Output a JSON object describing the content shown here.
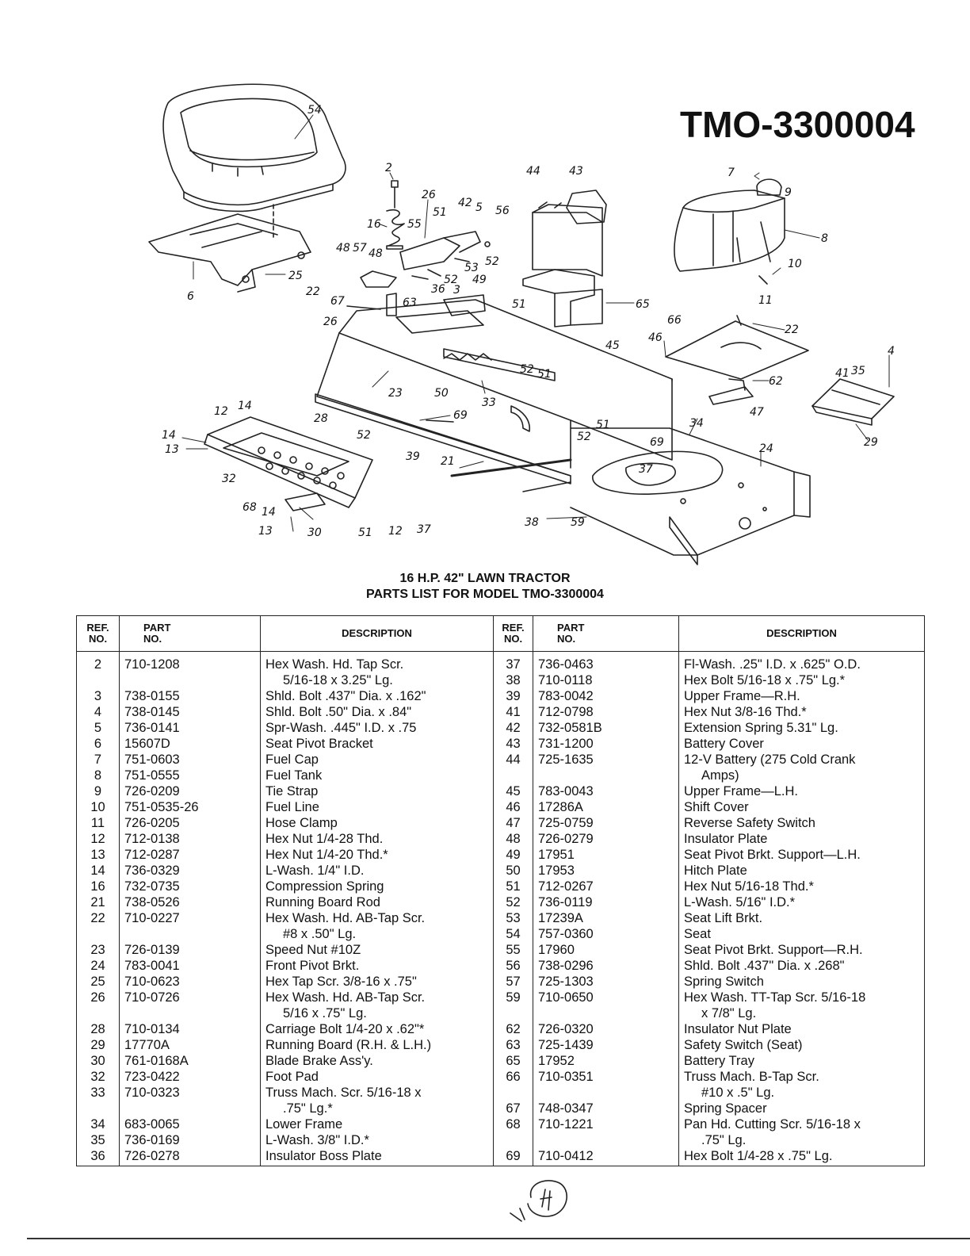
{
  "model_number": "TMO-3300004",
  "diagram_callouts": [
    "54",
    "2",
    "16",
    "26",
    "55",
    "51",
    "42",
    "5",
    "56",
    "44",
    "43",
    "7",
    "9",
    "8",
    "10",
    "11",
    "48",
    "57",
    "48",
    "53",
    "52",
    "22",
    "36",
    "52",
    "3",
    "49",
    "51",
    "67",
    "63",
    "65",
    "26",
    "25",
    "6",
    "66",
    "22",
    "46",
    "45",
    "52",
    "51",
    "23",
    "50",
    "33",
    "62",
    "47",
    "41",
    "35",
    "4",
    "29",
    "12",
    "14",
    "14",
    "13",
    "28",
    "69",
    "52",
    "52",
    "51",
    "39",
    "21",
    "34",
    "24",
    "69",
    "37",
    "32",
    "68",
    "14",
    "13",
    "30",
    "51",
    "12",
    "37",
    "38",
    "59"
  ],
  "title": {
    "line1": "16 H.P. 42\" LAWN TRACTOR",
    "line2": "PARTS LIST FOR MODEL TMO-3300004"
  },
  "table": {
    "headers": {
      "ref_no": [
        "REF.",
        "NO."
      ],
      "part_no": [
        "PART",
        "NO."
      ],
      "description": "DESCRIPTION"
    },
    "left": [
      {
        "ref": "2",
        "part": "710-1208",
        "desc": "Hex Wash. Hd. Tap Scr."
      },
      {
        "ref": "",
        "part": "",
        "desc": "5/16-18 x 3.25\" Lg.",
        "cont": true
      },
      {
        "ref": "3",
        "part": "738-0155",
        "desc": "Shld. Bolt .437\" Dia. x .162\""
      },
      {
        "ref": "4",
        "part": "738-0145",
        "desc": "Shld. Bolt .50\" Dia. x .84\""
      },
      {
        "ref": "5",
        "part": "736-0141",
        "desc": "Spr-Wash. .445\" I.D. x .75"
      },
      {
        "ref": "6",
        "part": "15607D",
        "desc": "Seat Pivot Bracket"
      },
      {
        "ref": "7",
        "part": "751-0603",
        "desc": "Fuel Cap"
      },
      {
        "ref": "8",
        "part": "751-0555",
        "desc": "Fuel Tank"
      },
      {
        "ref": "9",
        "part": "726-0209",
        "desc": "Tie Strap"
      },
      {
        "ref": "10",
        "part": "751-0535-26",
        "desc": "Fuel Line"
      },
      {
        "ref": "11",
        "part": "726-0205",
        "desc": "Hose Clamp"
      },
      {
        "ref": "12",
        "part": "712-0138",
        "desc": "Hex Nut 1/4-28 Thd."
      },
      {
        "ref": "13",
        "part": "712-0287",
        "desc": "Hex Nut 1/4-20 Thd.*"
      },
      {
        "ref": "14",
        "part": "736-0329",
        "desc": "L-Wash. 1/4\" I.D."
      },
      {
        "ref": "16",
        "part": "732-0735",
        "desc": "Compression Spring"
      },
      {
        "ref": "21",
        "part": "738-0526",
        "desc": "Running Board Rod"
      },
      {
        "ref": "22",
        "part": "710-0227",
        "desc": "Hex Wash. Hd. AB-Tap Scr."
      },
      {
        "ref": "",
        "part": "",
        "desc": "#8 x .50\" Lg.",
        "cont": true
      },
      {
        "ref": "23",
        "part": "726-0139",
        "desc": "Speed Nut #10Z"
      },
      {
        "ref": "24",
        "part": "783-0041",
        "desc": "Front Pivot Brkt."
      },
      {
        "ref": "25",
        "part": "710-0623",
        "desc": "Hex Tap Scr. 3/8-16 x .75\""
      },
      {
        "ref": "26",
        "part": "710-0726",
        "desc": "Hex Wash. Hd. AB-Tap Scr."
      },
      {
        "ref": "",
        "part": "",
        "desc": "5/16 x .75\" Lg.",
        "cont": true
      },
      {
        "ref": "28",
        "part": "710-0134",
        "desc": "Carriage Bolt 1/4-20 x .62\"*"
      },
      {
        "ref": "29",
        "part": "17770A",
        "desc": "Running Board (R.H. & L.H.)"
      },
      {
        "ref": "30",
        "part": "761-0168A",
        "desc": "Blade Brake Ass'y."
      },
      {
        "ref": "32",
        "part": "723-0422",
        "desc": "Foot Pad"
      },
      {
        "ref": "33",
        "part": "710-0323",
        "desc": "Truss Mach. Scr. 5/16-18 x"
      },
      {
        "ref": "",
        "part": "",
        "desc": ".75\" Lg.*",
        "cont": true
      },
      {
        "ref": "34",
        "part": "683-0065",
        "desc": "Lower Frame"
      },
      {
        "ref": "35",
        "part": "736-0169",
        "desc": "L-Wash. 3/8\" I.D.*"
      },
      {
        "ref": "36",
        "part": "726-0278",
        "desc": "Insulator Boss Plate"
      }
    ],
    "right": [
      {
        "ref": "37",
        "part": "736-0463",
        "desc": "Fl-Wash. .25\" I.D. x .625\" O.D."
      },
      {
        "ref": "38",
        "part": "710-0118",
        "desc": "Hex Bolt 5/16-18 x .75\" Lg.*"
      },
      {
        "ref": "39",
        "part": "783-0042",
        "desc": "Upper Frame—R.H."
      },
      {
        "ref": "41",
        "part": "712-0798",
        "desc": "Hex Nut 3/8-16 Thd.*"
      },
      {
        "ref": "42",
        "part": "732-0581B",
        "desc": "Extension Spring 5.31\" Lg."
      },
      {
        "ref": "43",
        "part": "731-1200",
        "desc": "Battery Cover"
      },
      {
        "ref": "44",
        "part": "725-1635",
        "desc": "12-V Battery (275 Cold Crank"
      },
      {
        "ref": "",
        "part": "",
        "desc": "Amps)",
        "cont": true
      },
      {
        "ref": "45",
        "part": "783-0043",
        "desc": "Upper Frame—L.H."
      },
      {
        "ref": "46",
        "part": "17286A",
        "desc": "Shift Cover"
      },
      {
        "ref": "47",
        "part": "725-0759",
        "desc": "Reverse Safety Switch"
      },
      {
        "ref": "48",
        "part": "726-0279",
        "desc": "Insulator Plate"
      },
      {
        "ref": "49",
        "part": "17951",
        "desc": "Seat Pivot Brkt. Support—L.H."
      },
      {
        "ref": "50",
        "part": "17953",
        "desc": "Hitch Plate"
      },
      {
        "ref": "51",
        "part": "712-0267",
        "desc": "Hex Nut 5/16-18 Thd.*"
      },
      {
        "ref": "52",
        "part": "736-0119",
        "desc": "L-Wash. 5/16\" I.D.*"
      },
      {
        "ref": "53",
        "part": "17239A",
        "desc": "Seat Lift Brkt."
      },
      {
        "ref": "54",
        "part": "757-0360",
        "desc": "Seat"
      },
      {
        "ref": "55",
        "part": "17960",
        "desc": "Seat Pivot Brkt. Support—R.H."
      },
      {
        "ref": "56",
        "part": "738-0296",
        "desc": "Shld. Bolt .437\" Dia. x .268\""
      },
      {
        "ref": "57",
        "part": "725-1303",
        "desc": "Spring Switch"
      },
      {
        "ref": "59",
        "part": "710-0650",
        "desc": "Hex Wash. TT-Tap Scr. 5/16-18"
      },
      {
        "ref": "",
        "part": "",
        "desc": "x 7/8\" Lg.",
        "cont": true
      },
      {
        "ref": "62",
        "part": "726-0320",
        "desc": "Insulator Nut Plate"
      },
      {
        "ref": "63",
        "part": "725-1439",
        "desc": "Safety Switch (Seat)"
      },
      {
        "ref": "65",
        "part": "17952",
        "desc": "Battery Tray"
      },
      {
        "ref": "66",
        "part": "710-0351",
        "desc": "Truss Mach. B-Tap Scr."
      },
      {
        "ref": "",
        "part": "",
        "desc": "#10 x .5\" Lg.",
        "cont": true
      },
      {
        "ref": "67",
        "part": "748-0347",
        "desc": "Spring Spacer"
      },
      {
        "ref": "68",
        "part": "710-1221",
        "desc": "Pan Hd. Cutting Scr. 5/16-18 x"
      },
      {
        "ref": "",
        "part": "",
        "desc": ".75\" Lg.",
        "cont": true
      },
      {
        "ref": "69",
        "part": "710-0412",
        "desc": "Hex Bolt 1/4-28 x .75\" Lg."
      }
    ]
  }
}
